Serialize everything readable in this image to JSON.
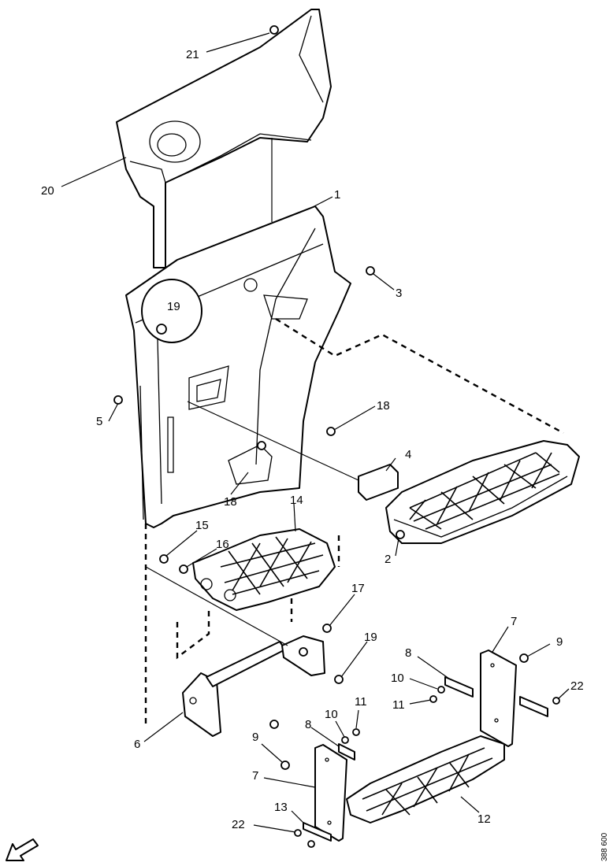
{
  "diagram": {
    "document_number": "388 600",
    "callouts": {
      "c1": "1",
      "c2": "2",
      "c3": "3",
      "c4": "4",
      "c5": "5",
      "c6": "6",
      "c7a": "7",
      "c7b": "7",
      "c8a": "8",
      "c8b": "8",
      "c9a": "9",
      "c9b": "9",
      "c10a": "10",
      "c10b": "10",
      "c11a": "11",
      "c11b": "11",
      "c12": "12",
      "c13": "13",
      "c14": "14",
      "c15": "15",
      "c16": "16",
      "c17": "17",
      "c18a": "18",
      "c18b": "18",
      "c19a": "19",
      "c19b": "19",
      "c20": "20",
      "c21": "21",
      "c22a": "22",
      "c22b": "22"
    }
  }
}
